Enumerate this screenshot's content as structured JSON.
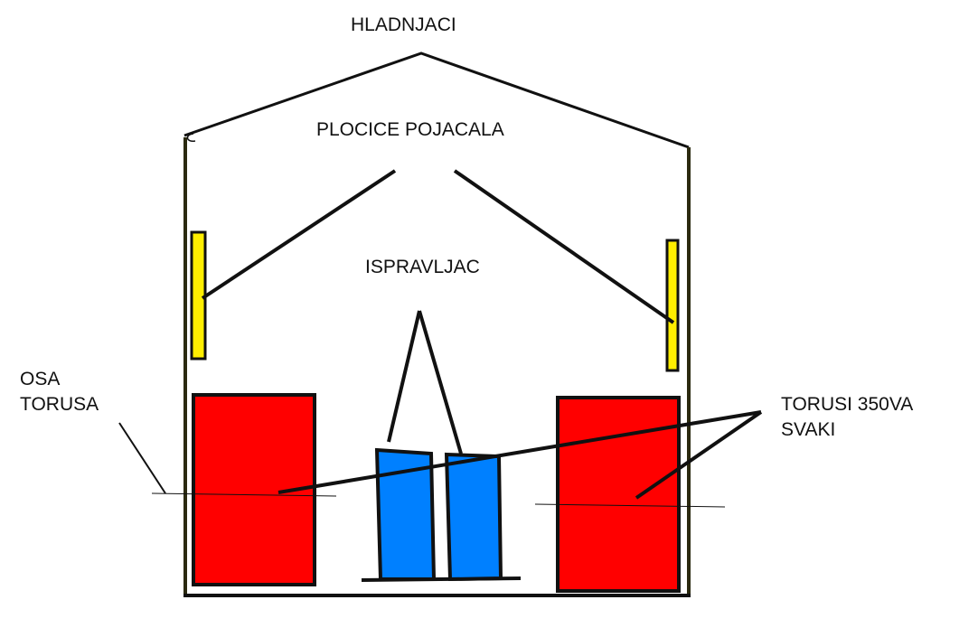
{
  "labels": {
    "heatsinks": "HLADNJACI",
    "amp_boards": "PLOCICE POJACALA",
    "rectifier": "ISPRAVLJAC",
    "toroid_axis_line1": "OSA",
    "toroid_axis_line2": "TORUSA",
    "toroids_line1": "TORUSI 350VA",
    "toroids_line2": "SVAKI"
  },
  "colors": {
    "outline": "#111111",
    "walls": "#2b2a10",
    "amp_boards": "#ffee00",
    "toroids": "#ff0000",
    "rectifier": "#0080ff",
    "background": "#ffffff"
  }
}
